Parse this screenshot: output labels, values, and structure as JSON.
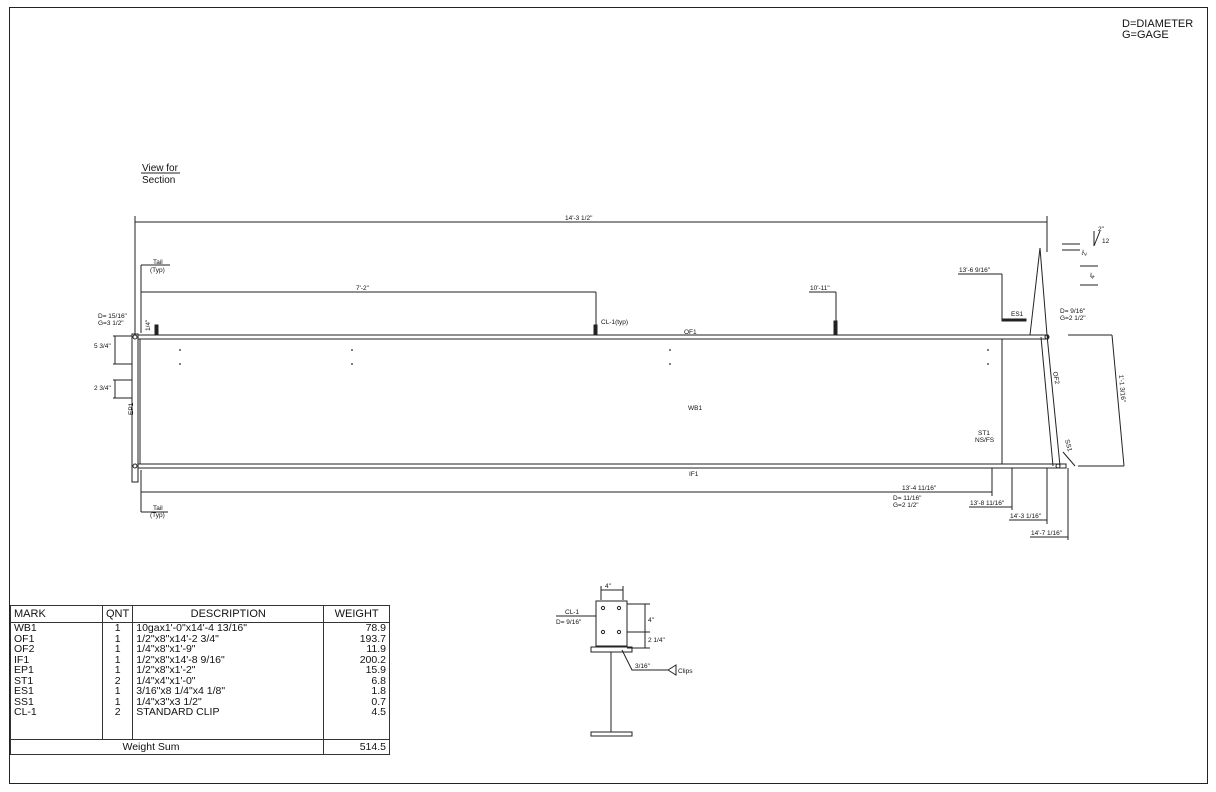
{
  "legend": {
    "line1": "D=DIAMETER",
    "line2": "G=GAGE"
  },
  "view_note": {
    "line1": "View for",
    "line2": "Section"
  },
  "dims": {
    "overall": "14'-3 1/2\"",
    "cl_spacing": "7'-2\"",
    "clip2": "10'-11\"",
    "es1_loc": "13'-6 9/16\"",
    "tail_word": "Tail",
    "typ_word": "(Typ)",
    "d_left": "D= 15/16\"",
    "g_left": "G=3 1/2\"",
    "d_right": "D= 9/16\"",
    "g_right": "G=2 1/2\"",
    "hole_top": "5 3/4\"",
    "hole_gap": "2 3/4\"",
    "quarter": "1/4\"",
    "height": "1'-1 3/16\"",
    "bot1": "13'-4 11/16\"",
    "bot_d": "D= 11/16\"",
    "bot_g": "G=2 1/2\"",
    "bot2": "13'-8 11/16\"",
    "bot3": "14'-3 1/16\"",
    "bot4": "14'-7 1/16\"",
    "slope_run": "12",
    "slope_rise": "2\"",
    "tick2": "2\"",
    "tick4": "4\""
  },
  "marks": {
    "cl1_typ": "CL-1(typ)",
    "of1": "OF1",
    "wb1": "WB1",
    "if1": "IF1",
    "ep1": "EP1",
    "of2": "OF2",
    "es1": "ES1",
    "ss1": "SS1",
    "st1": "ST1",
    "nsfs": "NS/FS"
  },
  "section": {
    "width": "4\"",
    "cl": "CL-1",
    "d": "D= 9/16\"",
    "v1": "4\"",
    "v2": "2 1/4\"",
    "weld": "3/16\"",
    "clips": "Clips"
  },
  "bom": {
    "headers": [
      "MARK",
      "QNT",
      "DESCRIPTION",
      "WEIGHT"
    ],
    "rows": [
      [
        "WB1",
        "1",
        "10gax1'-0\"x14'-4 13/16\"",
        "78.9"
      ],
      [
        "OF1",
        "1",
        "1/2\"x8\"x14'-2 3/4\"",
        "193.7"
      ],
      [
        "OF2",
        "1",
        "1/4\"x8\"x1'-9\"",
        "11.9"
      ],
      [
        "IF1",
        "1",
        "1/2\"x8\"x14'-8 9/16\"",
        "200.2"
      ],
      [
        "EP1",
        "1",
        "1/2\"x8\"x1'-2\"",
        "15.9"
      ],
      [
        "ST1",
        "2",
        "1/4\"x4\"x1'-0\"",
        "6.8"
      ],
      [
        "ES1",
        "1",
        "3/16\"x8 1/4\"x4 1/8\"",
        "1.8"
      ],
      [
        "SS1",
        "1",
        "1/4\"x3\"x3 1/2\"",
        "0.7"
      ],
      [
        "CL-1",
        "2",
        "STANDARD CLIP",
        "4.5"
      ]
    ],
    "sum_label": "Weight Sum",
    "sum_value": "514.5"
  }
}
